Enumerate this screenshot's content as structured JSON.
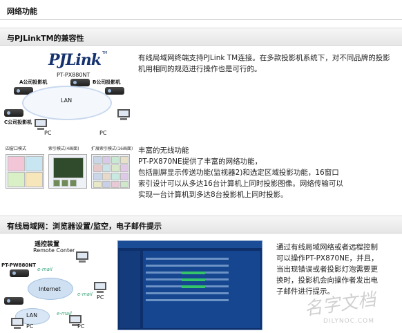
{
  "page": {
    "title": "网络功能",
    "watermark": "名字文档",
    "watermark_sub": "DILYNOC.COM"
  },
  "section1": {
    "heading": "与PJLinkTM的兼容性",
    "para1": "有线局域网终端支持PJLink TM连接。在多款投影机系统下，对不同品牌的投影机用相同的规范进行操作也是可行的。",
    "para2_lines": [
      "丰富的无线功能",
      "PT-PX870NE提供了丰富的网络功能，",
      "包括副屏显示传送功能(监视器2)和选定区域投影功能，16窗口",
      "索引设计可以从多达16台计算机上同时投影图像。网络传输可以",
      "实现一台计算机到多达8台投影机上同时投影。"
    ],
    "diagram": {
      "logo": "PJLink",
      "tm": "TM",
      "model": "PT-PX880NT",
      "label_a": "A公司投影机",
      "label_b": "B公司投影机",
      "label_c": "C公司投影机",
      "lan": "LAN",
      "pc1": "PC",
      "pc2": "PC"
    },
    "modes": [
      {
        "label": "四窗口模式"
      },
      {
        "label": "索引模式(4画面)"
      },
      {
        "label": "扩展索引模式(16画面)"
      }
    ]
  },
  "section2": {
    "heading": "有线局域网：浏览器设置/监空，电子邮件提示",
    "para_lines": [
      "通过有线局域网络或者远程控制",
      "可以操作PT-PX870NE，并且，",
      "当出现错误或者投影灯泡需要更",
      "换时，投影机会向操作者发出电",
      "子邮件进行提示。"
    ],
    "diagram": {
      "remote": "遥控装置",
      "remote_sub": "Remote Conter",
      "model": "PT-PW880NT",
      "internet": "Internet",
      "email1": "e-mail",
      "email2": "e-mail",
      "email3": "e-mail",
      "lan": "LAN",
      "pc1": "PC",
      "pc2": "PC",
      "pc3": "PC"
    }
  }
}
